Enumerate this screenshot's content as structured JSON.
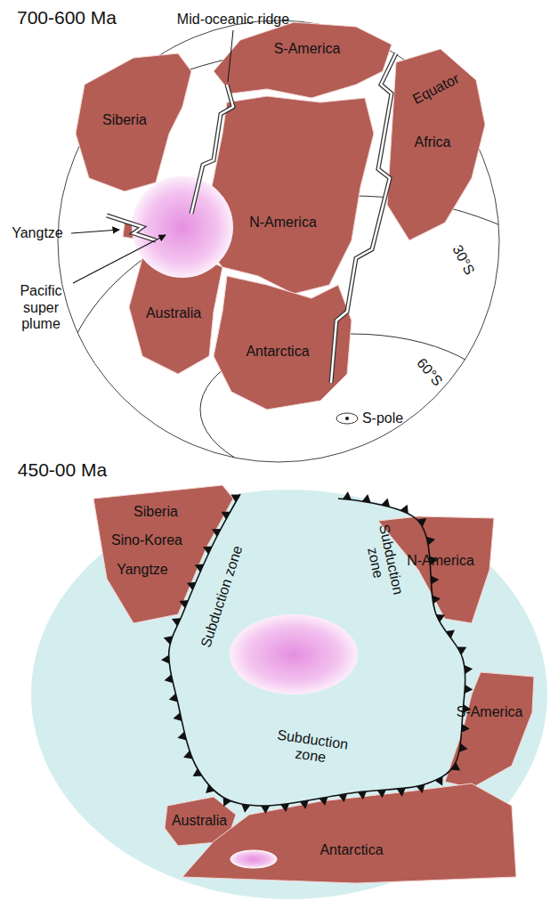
{
  "diagram": {
    "labels": [
      "700-600 Ma",
      "Mid-oceanic ridge",
      "Equator",
      "Siberia",
      "S-America",
      "Africa",
      "Yangtze",
      "N-America",
      "30°S",
      "Pacific super plume",
      "Australia",
      "Antarctica",
      "60°S",
      "S-pole",
      "450-00 Ma",
      "Siberia",
      "Sino-Korea",
      "Yangtze",
      "Subduction zone",
      "Subduction zone",
      "N-America",
      "S-America",
      "Subduction zone",
      "Australia",
      "Antarctica"
    ]
  }
}
